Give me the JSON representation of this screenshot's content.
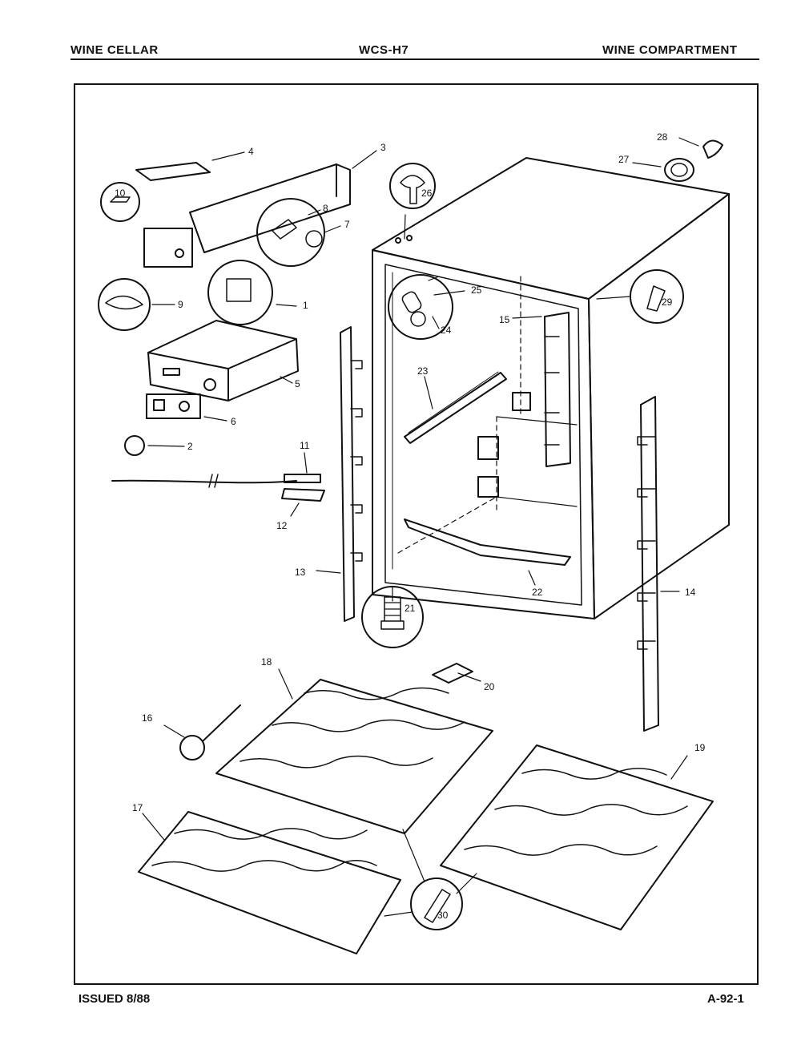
{
  "header": {
    "left": "WINE CELLAR",
    "center": "WCS-H7",
    "right": "WINE COMPARTMENT"
  },
  "footer": {
    "left": "ISSUED 8/88",
    "right": "A-92-1"
  },
  "part_labels": {
    "p1": "1",
    "p2": "2",
    "p3": "3",
    "p4": "4",
    "p5": "5",
    "p6": "6",
    "p7": "7",
    "p8": "8",
    "p9": "9",
    "p10": "10",
    "p11": "11",
    "p12": "12",
    "p13": "13",
    "p14": "14",
    "p15": "15",
    "p16": "16",
    "p17": "17",
    "p18": "18",
    "p19": "19",
    "p20": "20",
    "p21": "21",
    "p22": "22",
    "p23": "23",
    "p24": "24",
    "p25": "25",
    "p26": "26",
    "p27": "27",
    "p28": "28",
    "p29": "29",
    "p30": "30"
  }
}
